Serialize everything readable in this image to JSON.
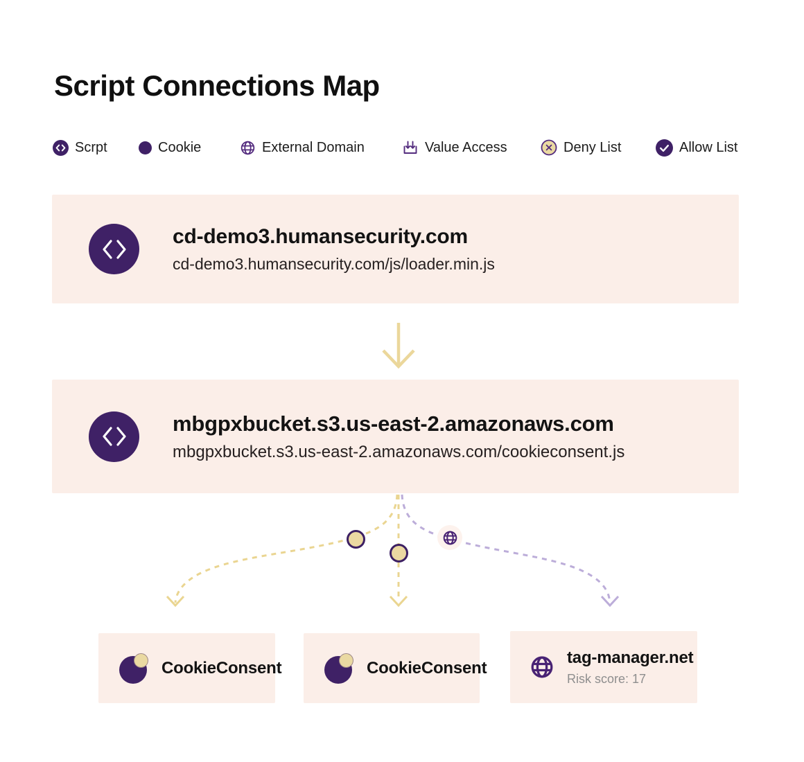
{
  "page": {
    "title": "Script Connections Map"
  },
  "legend": {
    "items": [
      {
        "icon": "script-icon",
        "label": "Scrpt"
      },
      {
        "icon": "cookie-icon",
        "label": "Cookie"
      },
      {
        "icon": "external-domain-icon",
        "label": "External Domain"
      },
      {
        "icon": "value-access-icon",
        "label": "Value Access"
      },
      {
        "icon": "deny-list-icon",
        "label": "Deny List"
      },
      {
        "icon": "allow-list-icon",
        "label": "Allow List"
      }
    ]
  },
  "nodes": {
    "script1": {
      "type": "script",
      "title": "cd-demo3.humansecurity.com",
      "url": "cd-demo3.humansecurity.com/js/loader.min.js"
    },
    "script2": {
      "type": "script",
      "title": "mbgpxbucket.s3.us-east-2.amazonaws.com",
      "url": "mbgpxbucket.s3.us-east-2.amazonaws.com/cookieconsent.js"
    },
    "cookie1": {
      "type": "cookie",
      "label": "CookieConsent"
    },
    "cookie2": {
      "type": "cookie",
      "label": "CookieConsent"
    },
    "domain1": {
      "type": "external-domain",
      "label": "tag-manager.net",
      "risk": "Risk score: 17"
    }
  },
  "colors": {
    "accent_purple": "#3f2166",
    "icon_purple": "#532b7e",
    "tan": "#e9d494",
    "lavender": "#bcadd9",
    "card_background": "#fbeee8",
    "risk_text_gray": "#8e8e8e"
  }
}
